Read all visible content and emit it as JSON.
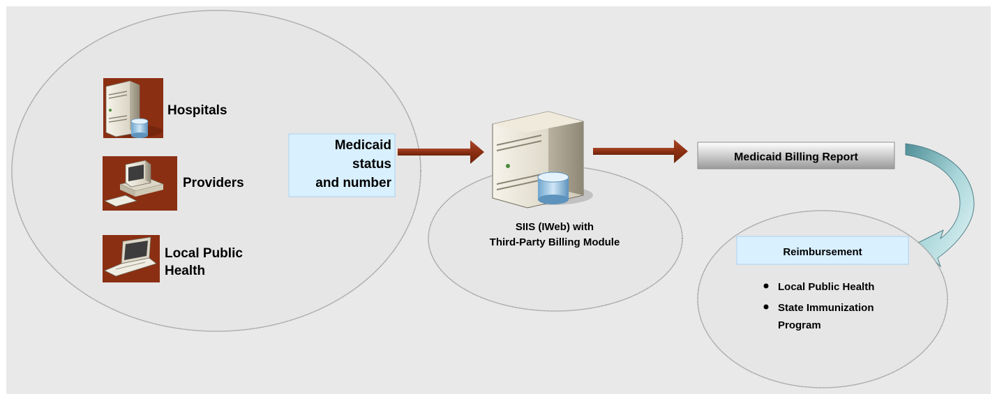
{
  "sources": {
    "hospitals": "Hospitals",
    "providers": "Providers",
    "local_public_health_line1": "Local Public",
    "local_public_health_line2": "Health"
  },
  "medicaid_box": {
    "line1": "Medicaid",
    "line2": "status",
    "line3": "and number"
  },
  "siis": {
    "line1": "SIIS (IWeb) with",
    "line2": "Third-Party Billing Module"
  },
  "report_button": "Medicaid Billing Report",
  "reimbursement": {
    "title": "Reimbursement",
    "items": [
      "Local Public Health",
      "State Immunization",
      "Program"
    ]
  },
  "icons": [
    "server-icon",
    "desktop-computer-icon",
    "laptop-icon",
    "server-database-icon",
    "curved-arrow-icon"
  ],
  "colors": {
    "background": "#e9e9e9",
    "arrow": "#8b2f12",
    "icon_tile": "#8b2f12",
    "label_box": "#d9f0ff",
    "report_gradient_top": "#ffffff",
    "report_gradient_bottom": "#9a9a9a",
    "curved_arrow": "#8fc4c9"
  }
}
